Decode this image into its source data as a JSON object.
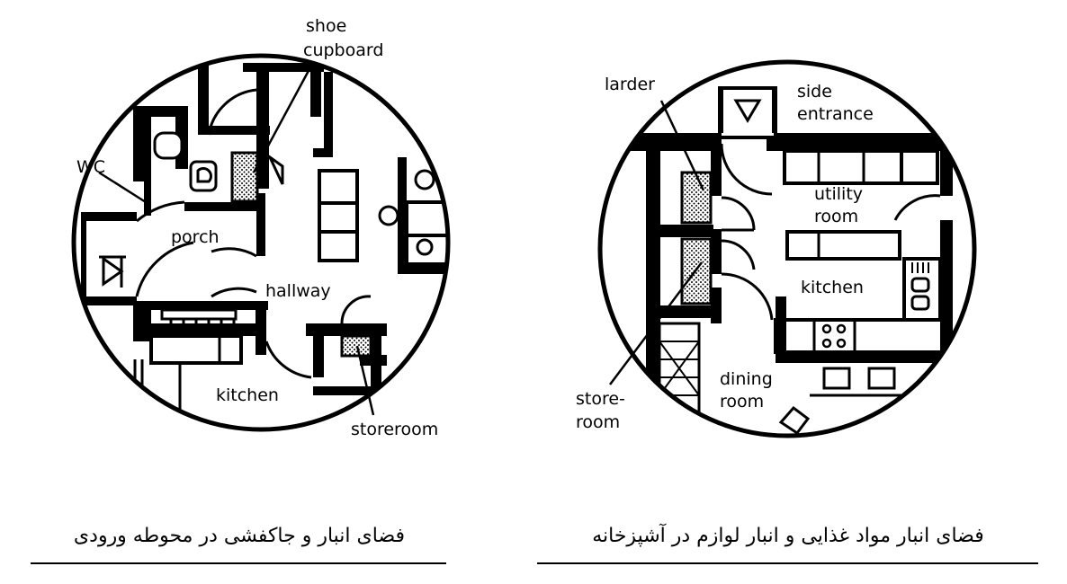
{
  "left_plan": {
    "labels": {
      "shoe": "shoe",
      "cupboard": "cupboard",
      "wc": "WC",
      "porch": "porch",
      "hallway": "hallway",
      "kitchen": "kitchen",
      "storeroom": "storeroom"
    },
    "caption": "فضای انبار و جاکفشی در محوطه ورودی"
  },
  "right_plan": {
    "labels": {
      "larder": "larder",
      "side": "side",
      "entrance": "entrance",
      "utility": "utility",
      "room_utility": "room",
      "kitchen": "kitchen",
      "store": "store-",
      "room_store": "room",
      "dining": "dining",
      "room_dining": "room"
    },
    "caption": "فضای انبار مواد غذایی و انبار لوازم در آشپزخانه"
  },
  "colors": {
    "ink": "#000000",
    "paper": "#ffffff"
  }
}
